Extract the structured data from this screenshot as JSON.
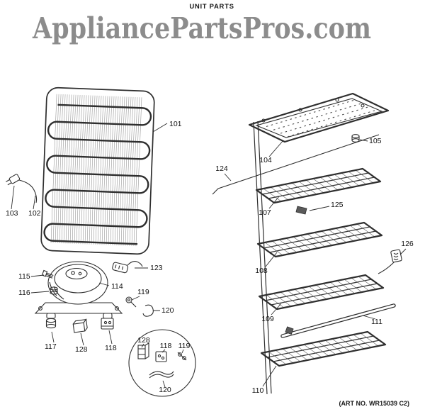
{
  "header": {
    "title": "UNIT PARTS"
  },
  "watermark": {
    "text": "AppliancePartsPros.com"
  },
  "footer": {
    "art_no": "(ART NO. WR15039 C2)"
  },
  "diagram": {
    "callouts": {
      "c101": "101",
      "c102": "102",
      "c103": "103",
      "c104": "104",
      "c105": "105",
      "c107": "107",
      "c108": "108",
      "c109": "109",
      "c110": "110",
      "c111": "111",
      "c114": "114",
      "c115": "115",
      "c116": "116",
      "c117": "117",
      "c118": "118",
      "c119": "119",
      "c120": "120",
      "c123": "123",
      "c124": "124",
      "c125": "125",
      "c126": "126",
      "c128": "128"
    }
  }
}
